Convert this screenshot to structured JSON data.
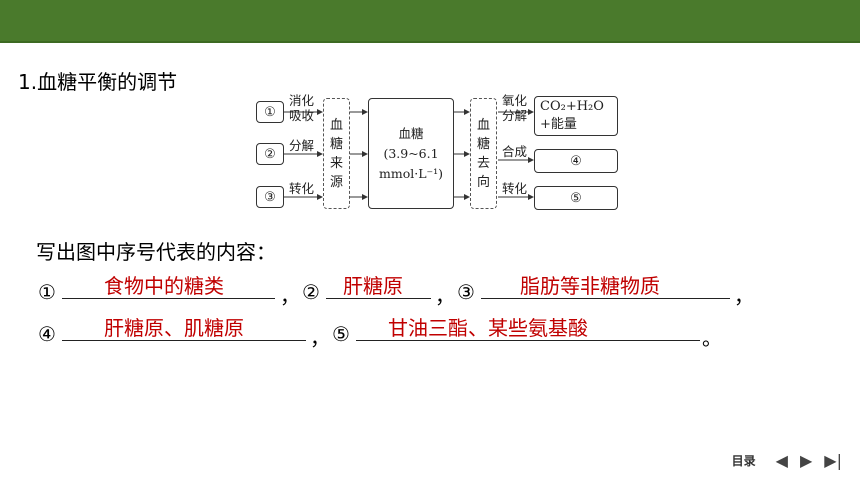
{
  "section_title": "1.血糖平衡的调节",
  "diagram": {
    "sources": [
      "①",
      "②",
      "③"
    ],
    "source_labels": [
      "消化\n吸收",
      "分解",
      "转化"
    ],
    "source_group": "血\n糖\n来\n源",
    "center": "血糖\n(3.9~6.1\nmmol·L⁻¹)",
    "sink_group": "血\n糖\n去\n向",
    "sink_labels": [
      "氧化\n分解",
      "合成",
      "转化"
    ],
    "sinks": [
      "CO₂+H₂O\n+能量",
      "④",
      "⑤"
    ]
  },
  "prompt": "写出图中序号代表的内容：",
  "answers": [
    {
      "num": "①",
      "text": "食物中的糖类",
      "sep": "，"
    },
    {
      "num": "②",
      "text": "肝糖原",
      "sep": "，"
    },
    {
      "num": "③",
      "text": "脂肪等非糖物质",
      "sep": "，"
    },
    {
      "num": "④",
      "text": "肝糖原、肌糖原",
      "sep": "，"
    },
    {
      "num": "⑤",
      "text": "甘油三酯、某些氨基酸",
      "sep": "。"
    }
  ],
  "nav": {
    "label": "目录",
    "prev": "◀",
    "next": "▶",
    "end": "▶|"
  },
  "colors": {
    "topbar": "#4a7a2c",
    "answer": "#c00000"
  }
}
